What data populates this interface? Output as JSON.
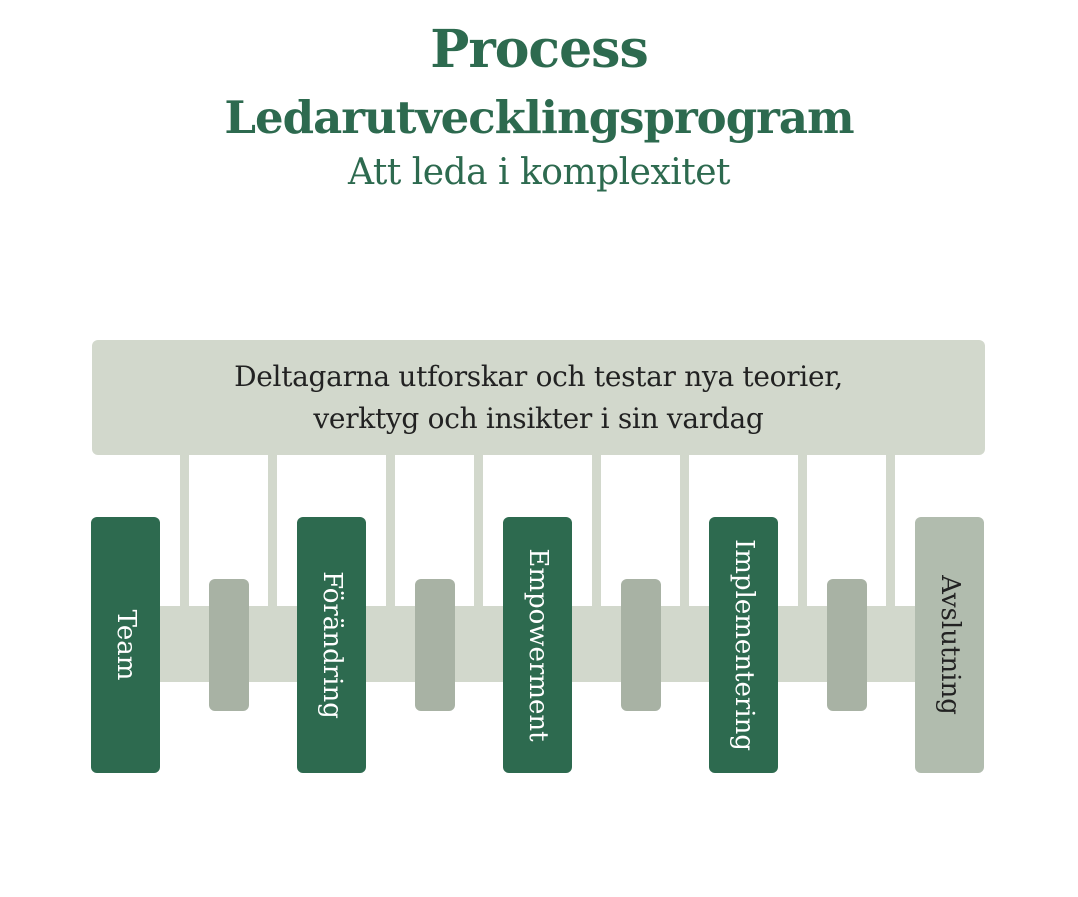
{
  "header": {
    "title": "Process",
    "subtitle": "Ledarutvecklingsprogram",
    "tagline": "Att leda i komplexitet"
  },
  "banner": {
    "line1": "Deltagarna utforskar och testar nya teorier,",
    "line2": "verktyg och insikter i sin vardag"
  },
  "stages": [
    {
      "label": "Team"
    },
    {
      "label": "Förändring"
    },
    {
      "label": "Empowerment"
    },
    {
      "label": "Implementering"
    },
    {
      "label": "Avslutning"
    }
  ],
  "colors": {
    "primary_green": "#2d6a4f",
    "light_sage": "#d2d8cc",
    "mid_sage": "#a8b2a4",
    "final_stage": "#b1bcae"
  }
}
